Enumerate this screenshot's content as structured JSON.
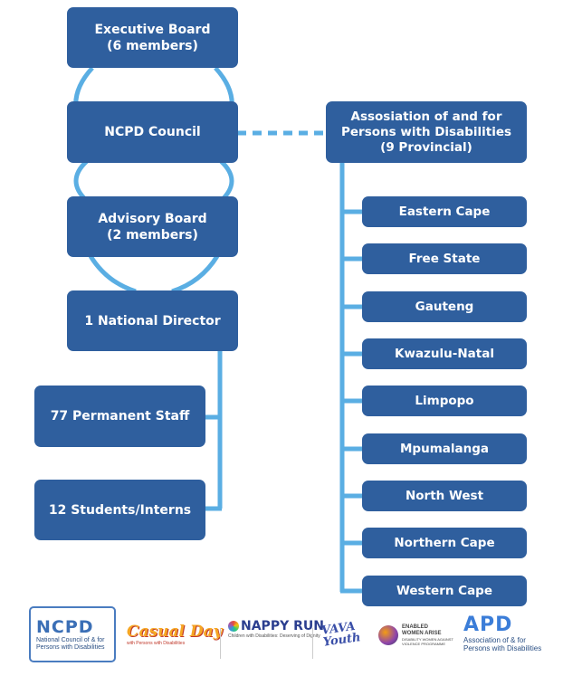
{
  "colors": {
    "box": "#2f5f9e",
    "connector": "#5aaee3",
    "text": "#ffffff"
  },
  "boxes": {
    "executive_board": {
      "line1": "Executive Board",
      "line2": "(6 members)"
    },
    "ncpd_council": {
      "line1": "NCPD Council"
    },
    "advisory_board": {
      "line1": "Advisory Board",
      "line2": "(2 members)"
    },
    "national_director": {
      "line1": "1 National Director"
    },
    "permanent_staff": {
      "line1": "77 Permanent Staff"
    },
    "students_interns": {
      "line1": "12 Students/Interns"
    },
    "association": {
      "line1": "Assosiation of and for",
      "line2": "Persons with Disabilities",
      "line3": "(9 Provincial)"
    }
  },
  "provinces": [
    "Eastern Cape",
    "Free State",
    "Gauteng",
    "Kwazulu-Natal",
    "Limpopo",
    "Mpumalanga",
    "North West",
    "Northern Cape",
    "Western Cape"
  ],
  "logos": {
    "ncpd": {
      "title": "NCPD",
      "line1": "National Council of & for",
      "line2": "Persons with Disabilities"
    },
    "casual_day": {
      "title": "Casual Day",
      "sub": "with Persons with Disabilities"
    },
    "nappy_run": {
      "title": "NAPPY RUN",
      "sub": "Children with Disabilities: Deserving of Dignity"
    },
    "vava_youth": {
      "line1": "VAVA",
      "line2": "Youth"
    },
    "enabled_women": {
      "line1": "ENABLED",
      "line2": "WOMEN ARISE",
      "line3": "DISABILITY WOMEN AGAINST",
      "line4": "VIOLENCE PROGRAMME"
    },
    "apd": {
      "title": "APD",
      "line1": "Association of & for",
      "line2": "Persons with Disabilities"
    }
  }
}
